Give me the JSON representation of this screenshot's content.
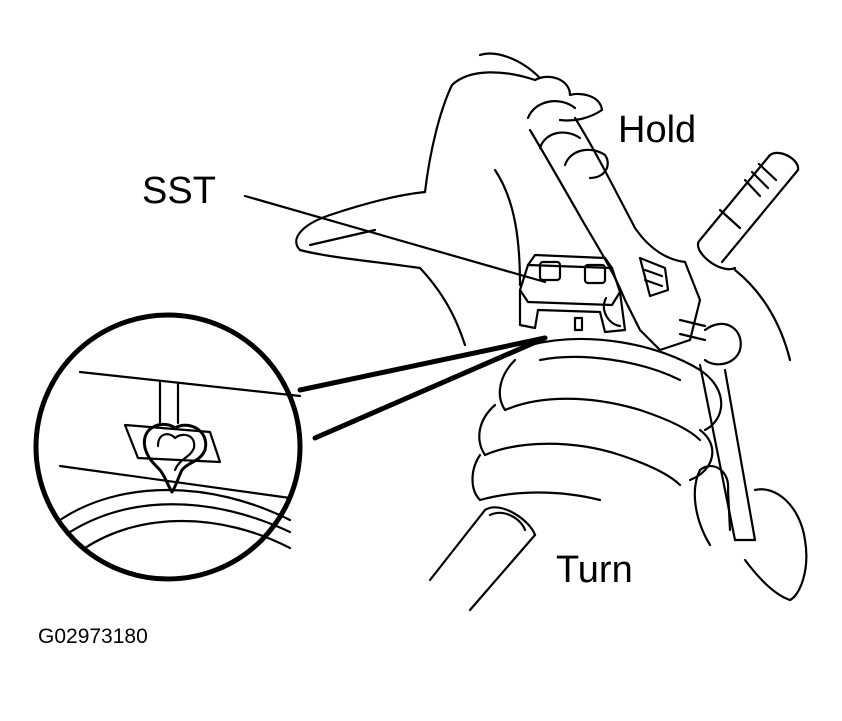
{
  "labels": {
    "hold": "Hold",
    "sst": "SST",
    "turn": "Turn",
    "figure_code": "G02973180"
  },
  "colors": {
    "line": "#000000",
    "background": "#ffffff"
  }
}
